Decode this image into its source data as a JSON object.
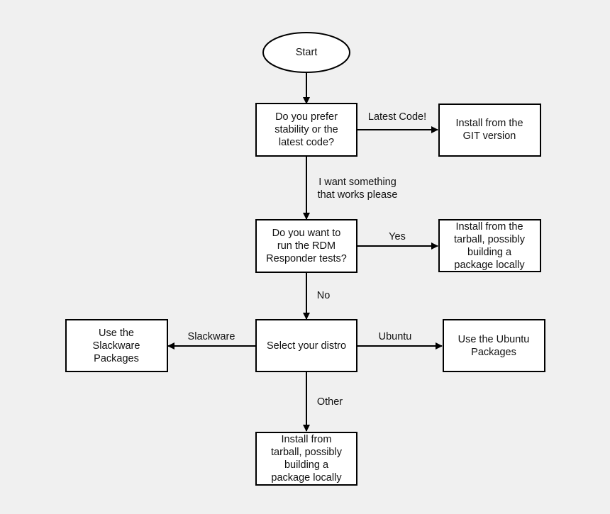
{
  "nodes": {
    "start": {
      "lines": [
        "Start"
      ]
    },
    "stability": {
      "lines": [
        "Do you prefer",
        "stability or the",
        "latest code?"
      ]
    },
    "git": {
      "lines": [
        "Install from the",
        "GIT version"
      ]
    },
    "rdm": {
      "lines": [
        "Do you want to",
        "run the RDM",
        "Responder tests?"
      ]
    },
    "tarball_rdm": {
      "lines": [
        "Install from the",
        "tarball, possibly",
        "building a",
        "package locally"
      ]
    },
    "distro": {
      "lines": [
        "Select your distro"
      ]
    },
    "slackware": {
      "lines": [
        "Use the",
        "Slackware",
        "Packages"
      ]
    },
    "ubuntu": {
      "lines": [
        "Use the Ubuntu",
        "Packages"
      ]
    },
    "tarball_other": {
      "lines": [
        "Install from",
        "tarball, possibly",
        "building a",
        "package locally"
      ]
    }
  },
  "edges": {
    "latest_code": {
      "lines": [
        "Latest Code!"
      ]
    },
    "works": {
      "lines": [
        "I want something",
        "that works please"
      ]
    },
    "yes": {
      "lines": [
        "Yes"
      ]
    },
    "no": {
      "lines": [
        "No"
      ]
    },
    "slackware": {
      "lines": [
        "Slackware"
      ]
    },
    "ubuntu": {
      "lines": [
        "Ubuntu"
      ]
    },
    "other": {
      "lines": [
        "Other"
      ]
    }
  }
}
